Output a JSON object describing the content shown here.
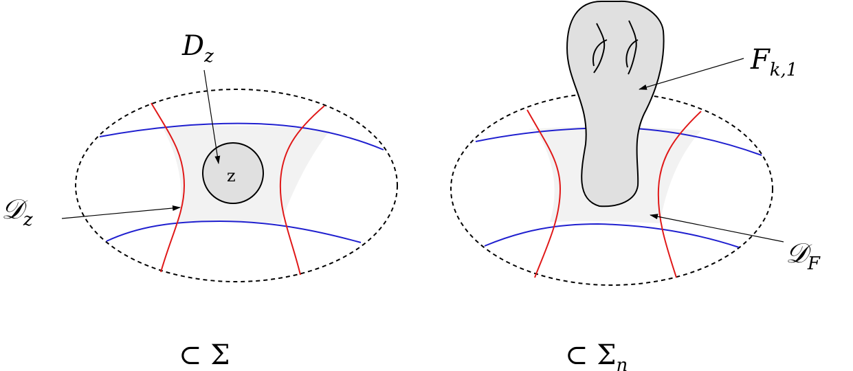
{
  "left_figure": {
    "label_disk": "D",
    "label_disk_sub": "z",
    "label_point": "z",
    "label_region": "𝒟",
    "label_region_sub": "z",
    "caption_symbol": "⊂ Σ",
    "caption_sub": ""
  },
  "right_figure": {
    "label_surface": "F",
    "label_surface_sub": "k,1",
    "label_region": "𝒟",
    "label_region_sub": "F",
    "caption_symbol": "⊂ Σ",
    "caption_sub": "n"
  },
  "colors": {
    "blue_curve": "#1f1fcf",
    "red_curve": "#e01818",
    "region_fill": "#f2f2f2",
    "disk_fill": "#e0e0e0",
    "surface_fill": "#e0e0e0"
  }
}
